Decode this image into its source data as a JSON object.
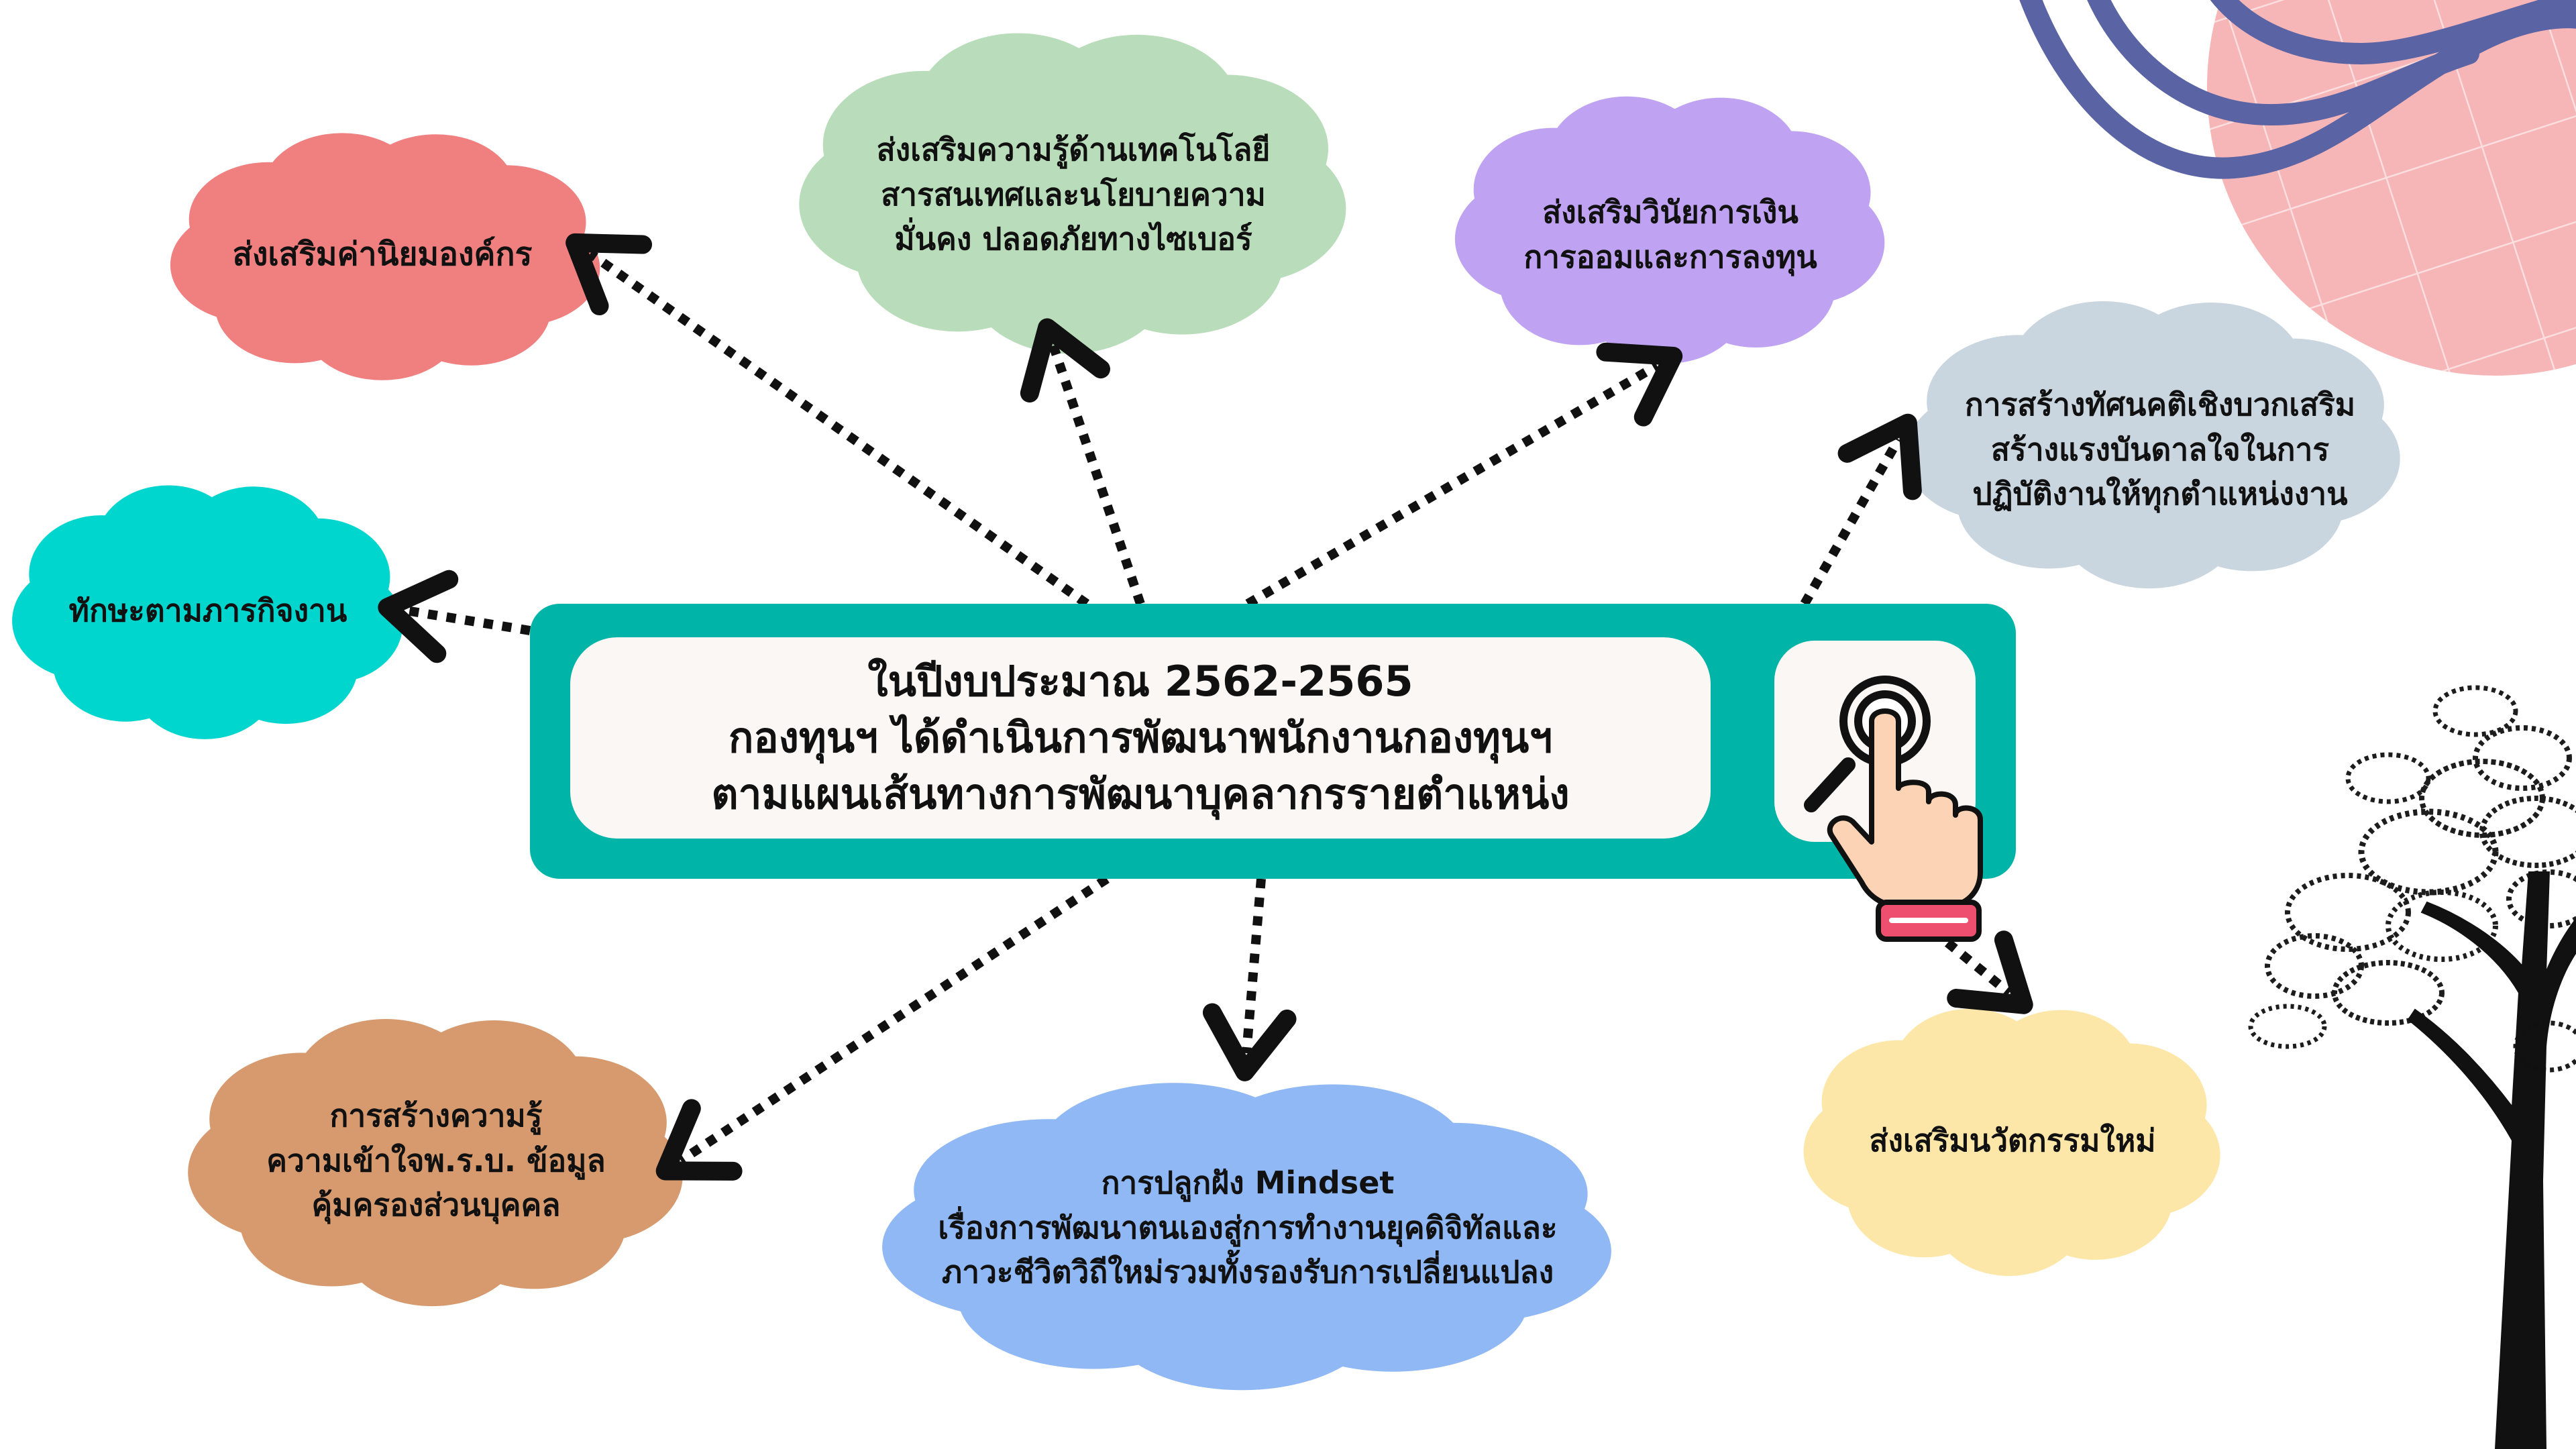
{
  "center": {
    "lines": [
      "ในปีงบประมาณ 2562-2565",
      "กองทุนฯ ได้ดำเนินการพัฒนาพนักงานกองทุนฯ",
      "ตามแผนเส้นทางการพัฒนาบุคลากรรายตำแหน่ง"
    ],
    "icon": "hand-pointer-click-icon"
  },
  "clouds": [
    {
      "id": "org-values",
      "color": "#f07f7f",
      "lines": [
        "ส่งเสริมค่านิยมองค์กร"
      ]
    },
    {
      "id": "tech-security",
      "color": "#b9dcba",
      "lines": [
        "ส่งเสริมความรู้ด้านเทคโนโลยี",
        "สารสนเทศและนโยบายความ",
        "มั่นคง ปลอดภัยทางไซเบอร์"
      ]
    },
    {
      "id": "finance",
      "color": "#bfa3f2",
      "lines": [
        "ส่งเสริมวินัยการเงิน",
        "การออมและการลงทุน"
      ]
    },
    {
      "id": "attitude",
      "color": "#c9d6e0",
      "lines": [
        "การสร้างทัศนคติเชิงบวกเสริม",
        "สร้างแรงบันดาลใจในการ",
        "ปฏิบัติงานให้ทุกตำแหน่งงาน"
      ]
    },
    {
      "id": "skills",
      "color": "#00d5ce",
      "lines": [
        "ทักษะตามภารกิจงาน"
      ]
    },
    {
      "id": "pdpa",
      "color": "#d69a6e",
      "lines": [
        "การสร้างความรู้",
        "ความเข้าใจพ.ร.บ. ข้อมูล",
        "คุ้มครองส่วนบุคคล"
      ]
    },
    {
      "id": "mindset",
      "color": "#8fb8f5",
      "lines": [
        "การปลูกฝัง Mindset",
        "เรื่องการพัฒนาตนเองสู่การทำงานยุคดิจิทัลและ",
        "ภาวะชีวิตวิถีใหม่รวมทั้งรองรับการเปลี่ยนแปลง"
      ]
    },
    {
      "id": "innovation",
      "color": "#fde7a8",
      "lines": [
        "ส่งเสริมนวัตกรรมใหม่"
      ]
    }
  ],
  "decor": {
    "pink_circle_color": "#f6b6b8",
    "ribbon_color": "#5a63a3",
    "tree_color": "#111111"
  }
}
